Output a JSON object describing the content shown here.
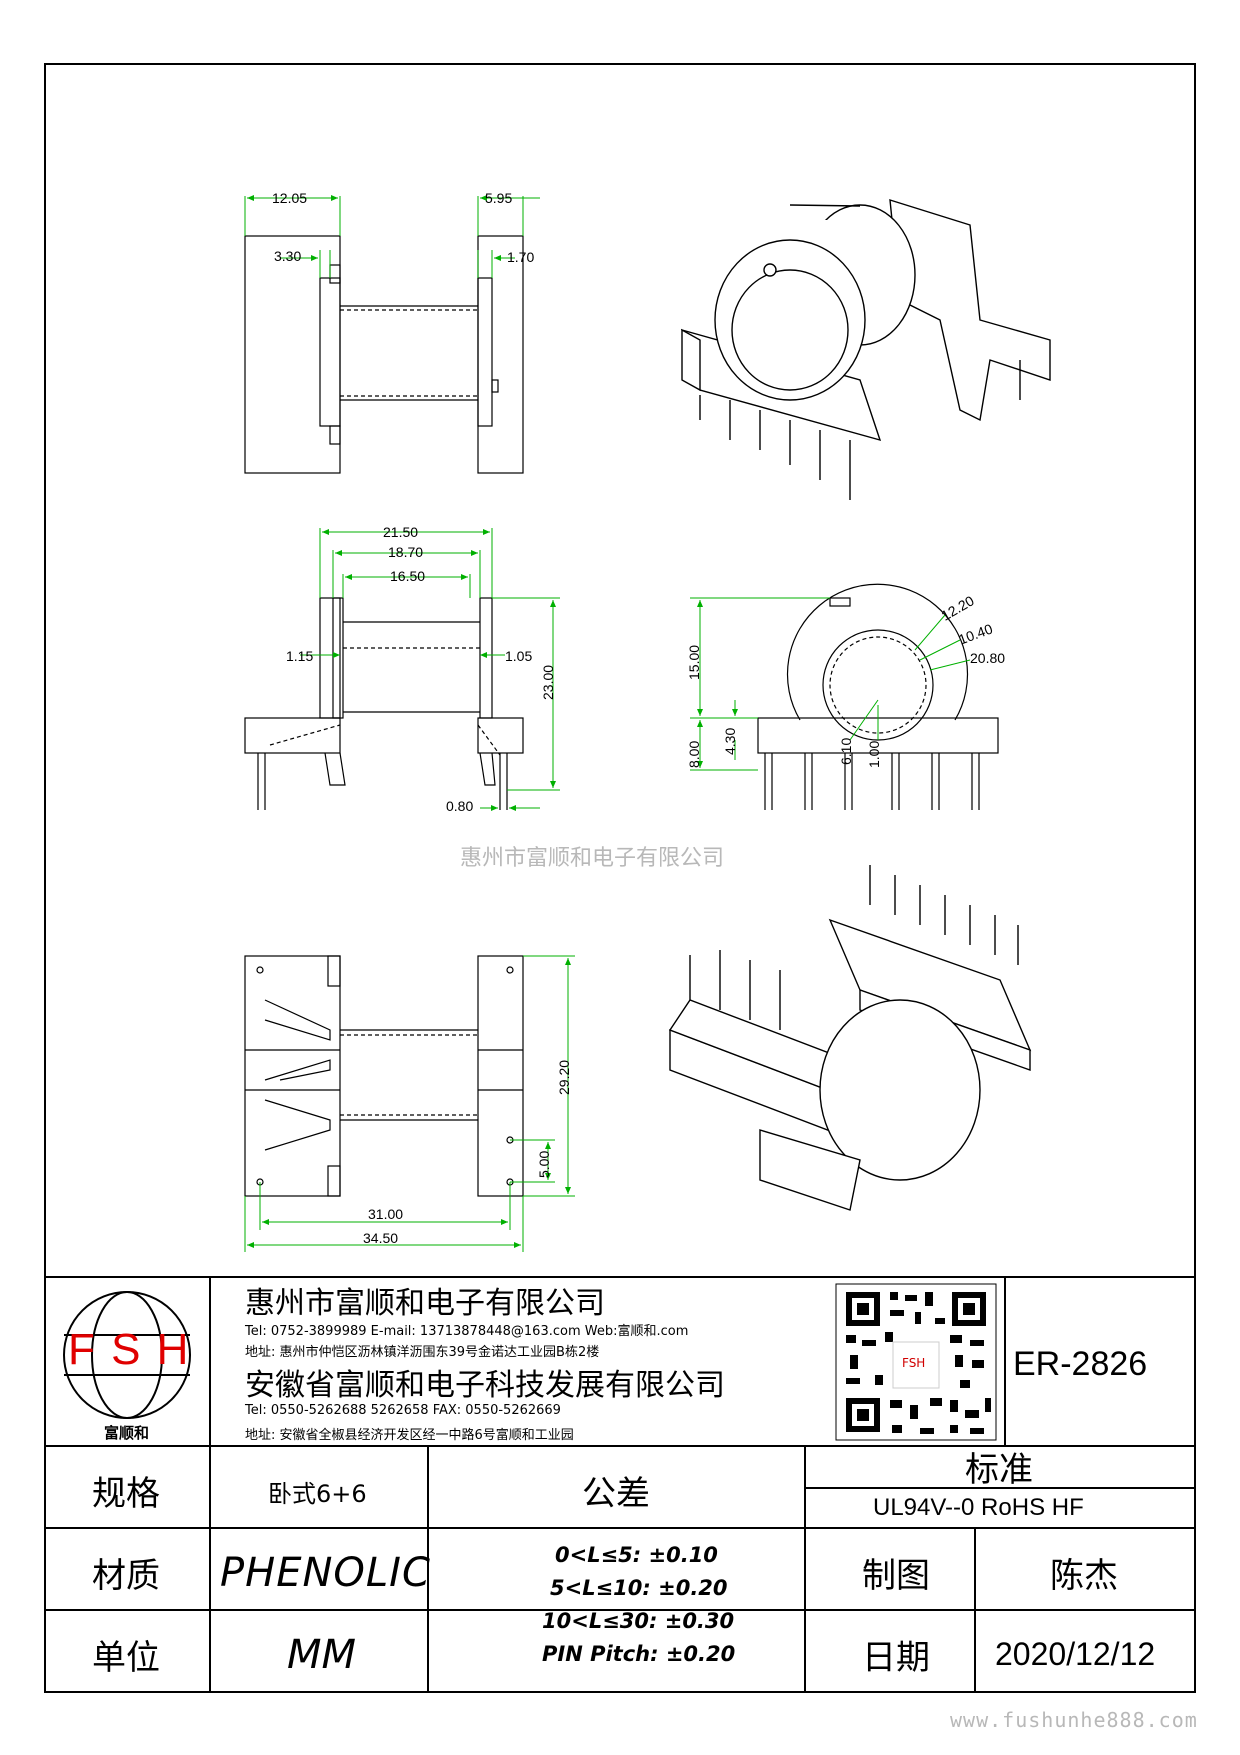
{
  "drawing": {
    "part_number": "ER-2826",
    "watermark_center": "惠州市富顺和电子有限公司",
    "watermark_url": "www.fushunhe888.com",
    "logo": {
      "letters": "F S H",
      "caption": "富顺和"
    },
    "qr_label": "FSH",
    "dims": {
      "d1": "12.05",
      "d2": "5.95",
      "d3": "3.30",
      "d4": "1.70",
      "d5": "21.50",
      "d6": "18.70",
      "d7": "16.50",
      "d8": "1.15",
      "d9": "1.05",
      "d10": "23.00",
      "d11": "0.80",
      "d12": "15.00",
      "d13": "8.00",
      "d14": "4.30",
      "d15": "6.10",
      "d16": "1.00",
      "d17": "12.20",
      "d18": "10.40",
      "d19": "20.80",
      "d20": "29.20",
      "d21": "5.00",
      "d22": "31.00",
      "d23": "34.50"
    }
  },
  "title_block": {
    "company1": "惠州市富顺和电子有限公司",
    "company1_contact": "Tel:  0752-3899989  E-mail: 13713878448@163.com  Web:富顺和.com",
    "company1_address": "地址: 惠州市仲恺区沥林镇洋沥围东39号金诺达工业园B栋2楼",
    "company2": "安徽省富顺和电子科技发展有限公司",
    "company2_contact": "Tel:  0550-5262688  5262658      FAX: 0550-5262669",
    "company2_address": "地址: 安徽省全椒县经济开发区经一中路6号富顺和工业园",
    "spec_label": "规格",
    "spec_value": "卧式6+6",
    "material_label": "材质",
    "material_value": "PHENOLIC",
    "unit_label": "单位",
    "unit_value": "MM",
    "tolerance_label": "公差",
    "tolerance_lines": [
      "0<L≤5: ±0.10",
      "5<L≤10: ±0.20",
      "10<L≤30: ±0.30",
      "PIN Pitch: ±0.20"
    ],
    "standard_label": "标准",
    "standard_value": "UL94V--0  RoHS HF",
    "drawn_label": "制图",
    "drawn_value": "陈杰",
    "date_label": "日期",
    "date_value": "2020/12/12"
  }
}
